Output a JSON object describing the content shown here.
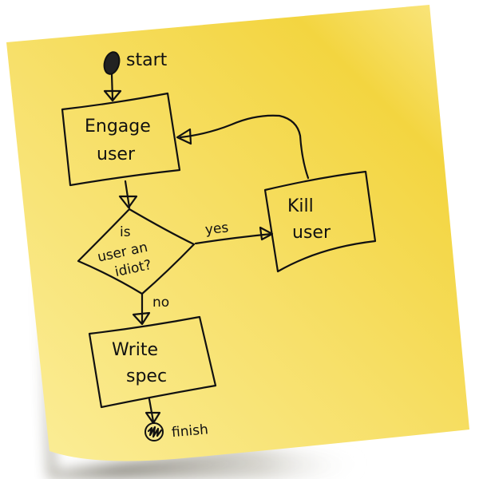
{
  "note": {
    "colors": {
      "paper_light": "#fbee9a",
      "paper_mid": "#f7df5a",
      "paper_dark": "#f3d540",
      "shadow": "#8a8676",
      "ink": "#111111"
    }
  },
  "flowchart": {
    "start_label": "start",
    "finish_label": "finish",
    "engage_box": {
      "line1": "Engage",
      "line2": "user"
    },
    "decision": {
      "line1": "is",
      "line2": "user an",
      "line3": "idiot?"
    },
    "kill_box": {
      "line1": "Kill",
      "line2": "user"
    },
    "write_box": {
      "line1": "Write",
      "line2": "spec"
    },
    "edges": {
      "yes_label": "yes",
      "no_label": "no"
    },
    "icons": {
      "start": "filled-circle-start-icon",
      "finish": "filled-circle-finish-icon",
      "arrowhead": "open-triangle-arrowhead-icon"
    }
  }
}
